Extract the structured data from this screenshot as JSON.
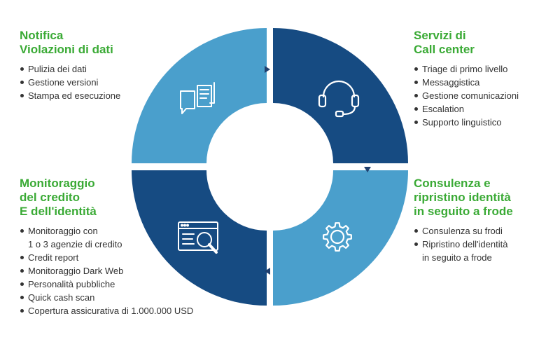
{
  "colors": {
    "light_blue": "#4a9fcc",
    "dark_blue": "#164b82",
    "accent_green": "#3aaa35",
    "arrow": "#1f3f6e"
  },
  "quadrants": [
    {
      "id": "top-left",
      "icon": "documents-icon",
      "title_lines": [
        "Notifica",
        "Violazioni di dati"
      ],
      "items": [
        [
          "Pulizia dei dati"
        ],
        [
          "Gestione versioni"
        ],
        [
          "Stampa ed esecuzione"
        ]
      ]
    },
    {
      "id": "top-right",
      "icon": "headset-icon",
      "title_lines": [
        "Servizi di",
        "Call center"
      ],
      "items": [
        [
          "Triage di primo livello"
        ],
        [
          "Messaggistica"
        ],
        [
          "Gestione comunicazioni"
        ],
        [
          "Escalation"
        ],
        [
          "Supporto linguistico"
        ]
      ]
    },
    {
      "id": "bottom-right",
      "icon": "gear-icon",
      "title_lines": [
        "Consulenza e",
        "ripristino identità",
        "in seguito a frode"
      ],
      "items": [
        [
          "Consulenza su frodi"
        ],
        [
          "Ripristino dell'identità",
          "in seguito a frode"
        ]
      ]
    },
    {
      "id": "bottom-left",
      "icon": "search-browser-icon",
      "title_lines": [
        "Monitoraggio",
        "del credito",
        "E dell'identità"
      ],
      "items": [
        [
          "Monitoraggio con",
          "1 o 3 agenzie di credito"
        ],
        [
          "Credit report"
        ],
        [
          "Monitoraggio Dark Web"
        ],
        [
          "Personalità pubbliche"
        ],
        [
          "Quick cash scan"
        ],
        [
          "Copertura assicurativa di 1.000.000 USD"
        ]
      ]
    }
  ]
}
